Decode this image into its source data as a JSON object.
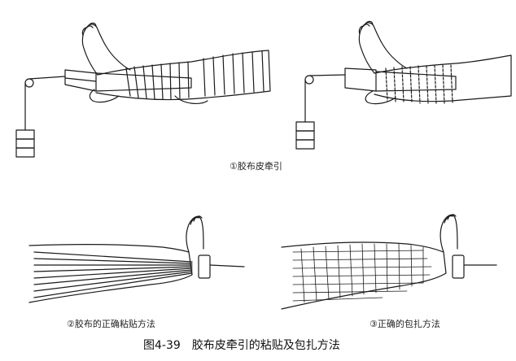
{
  "figure": {
    "caption": "图4-39　胶布皮牵引的粘贴及包扎方法",
    "panels": [
      {
        "label": "①胶布皮牵引"
      },
      {
        "label": "②胶布的正确粘贴方法"
      },
      {
        "label": "③正确的包扎方法"
      }
    ]
  },
  "style": {
    "stroke": "#1a1a1a",
    "background": "#ffffff"
  }
}
